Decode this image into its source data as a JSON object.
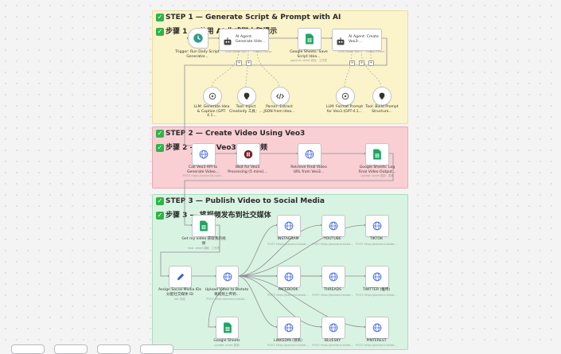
{
  "stickies": [
    {
      "line1": "STEP 1 — Generate Script & Prompt with AI",
      "line2": "步骤 1 — 使用 AI 生成脚本和提示"
    },
    {
      "line1": "STEP 2 — Create Video Using Veo3",
      "line2": "步骤 2 — 使用 Veo3 创建视频"
    },
    {
      "line1": "STEP 3 — Publish Video to Social Media",
      "line2": "步骤 3 — 将视频发布到社交媒体"
    }
  ],
  "nodes": {
    "trigger": {
      "label": "Trigger: Run Daily Script Generator...",
      "icon": "clock-icon"
    },
    "agent_script": {
      "label": "AI Agent: Generate Vide...",
      "icon": "robot-icon"
    },
    "sheets_save": {
      "label": "Google Sheets: Save Script Idea...",
      "sub": "append: sheet 追加：工作表",
      "icon": "sheets-icon"
    },
    "agent_veo": {
      "label": "AI Agent: Create Veo3-...",
      "icon": "robot-icon"
    },
    "llm_idea": {
      "label": "LLM: Generate Idea & Caption (GPT-4.1...",
      "icon": "openai-icon"
    },
    "tool_creativity": {
      "label": "Tool: Inject Creativity 工具：...",
      "icon": "think-icon"
    },
    "parser_json": {
      "label": "Parser: Extract JSON from Idea...",
      "icon": "code-icon"
    },
    "llm_format": {
      "label": "LLM: Format Prompt for Veo3 (GPT-4.1...",
      "icon": "openai-icon"
    },
    "tool_structure": {
      "label": "Tool: Build Prompt Structure...",
      "icon": "think-icon"
    },
    "call_veo3": {
      "label": "Call Veo3 API to Generate Video...",
      "sub": "POST: https://queue.fal.run/f...",
      "icon": "globe-icon"
    },
    "wait": {
      "label": "Wait for Veo3 Processing (5 mins)...",
      "icon": "pause-icon"
    },
    "retrieve": {
      "label": "Retrieve Final Video URL from Veo3...",
      "icon": "globe-icon"
    },
    "sheets_log": {
      "label": "Google Sheets: Log Final Video Output...",
      "sub": "update: sheet 更新：表格",
      "icon": "sheets-icon"
    },
    "get_video": {
      "label": "Get my video 获取我的视频",
      "sub": "read: sheet 读取：工作表",
      "icon": "sheets-icon"
    },
    "assign": {
      "label": "Assign Social Media IDs 分配社交媒体 ID",
      "sub": "set: 指定",
      "icon": "pencil-icon"
    },
    "upload": {
      "label": "Upload Video to Blotato 将视频上传到...",
      "sub": "POST: https://backend.blotat...",
      "icon": "globe-icon"
    },
    "sheets_final": {
      "label": "Google Sheets",
      "sub": "update: sheet 更新",
      "icon": "sheets-icon"
    },
    "instagram": {
      "label": "INSTAGRAM",
      "sub": "POST: https://backend.blotat...",
      "icon": "globe-icon"
    },
    "youtube": {
      "label": "YOUTUBE",
      "sub": "POST: https://backend.blotat...",
      "icon": "globe-icon"
    },
    "tiktok": {
      "label": "TIKTOK",
      "sub": "POST: https://backend.blotat...",
      "icon": "globe-icon"
    },
    "facebook": {
      "label": "FACEBOOK",
      "sub": "POST: https://backend.blotat...",
      "icon": "globe-icon"
    },
    "threads": {
      "label": "THREADS",
      "sub": "POST: https://backend.blotat...",
      "icon": "globe-icon"
    },
    "twitter": {
      "label": "TWITTER (推特)",
      "sub": "POST: https://backend.blotat...",
      "icon": "globe-icon"
    },
    "linkedin": {
      "label": "LINKEDIN (领英)",
      "sub": "POST: https://backend.blotat...",
      "icon": "globe-icon"
    },
    "bluesky": {
      "label": "BLUESKY",
      "sub": "POST: https://backend.blotat...",
      "icon": "globe-icon"
    },
    "pinterest": {
      "label": "PINTEREST",
      "sub": "POST: https://backend.blotat...",
      "icon": "globe-icon"
    }
  },
  "ports": {
    "agent_script": [
      "Chat Model",
      "Tool",
      "Output Parser"
    ],
    "agent_veo": [
      "Chat Model",
      "Tool",
      "Output Parser"
    ]
  },
  "colors": {
    "sticky_yellow": "#fbf3c9",
    "sticky_red": "#f9cfd3",
    "sticky_green": "#d9f3e2",
    "edge": "#8d8d94",
    "sheets": "#1fa463",
    "globe": "#4a6ee0",
    "wait": "#7a1e2a",
    "pencil": "#3b5bdb"
  }
}
